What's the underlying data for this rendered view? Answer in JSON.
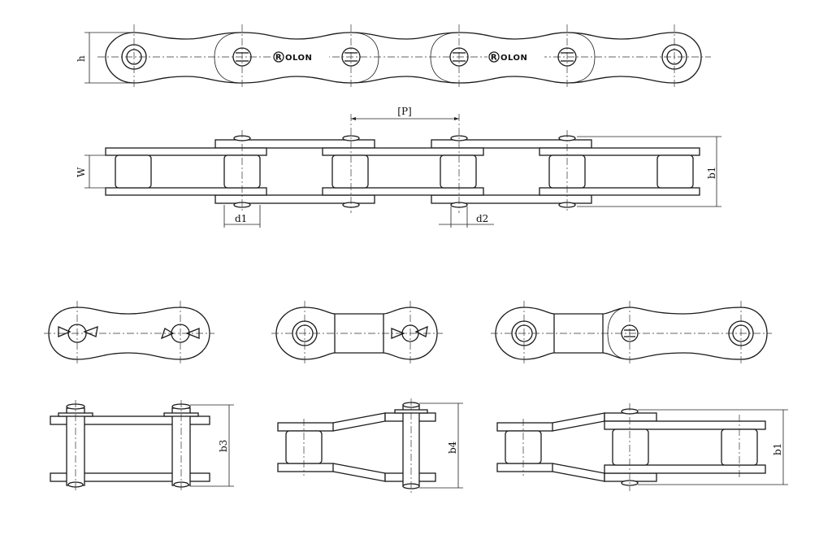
{
  "diagram": {
    "brand_text": "OLON",
    "brand_mark": "R",
    "dimensions": {
      "h": "h",
      "pitch": "[P]",
      "w": "W",
      "b1": "b1",
      "d1": "d1",
      "d2": "d2",
      "b3": "b3",
      "b4": "b4",
      "b1_offset": "b1"
    }
  }
}
